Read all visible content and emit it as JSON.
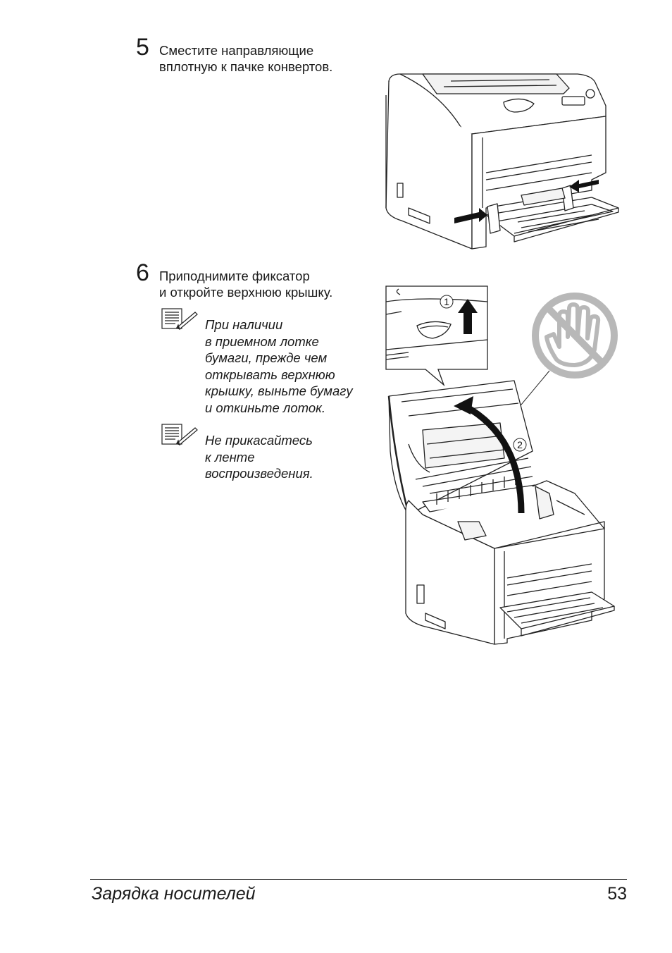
{
  "steps": [
    {
      "number": "5",
      "text": "Сместите направляющие\nвплотную к пачке конвертов."
    },
    {
      "number": "6",
      "text": "Приподнимите фиксатор\nи откройте верхнюю крышку."
    }
  ],
  "notes": [
    {
      "icon": "note-pencil-icon",
      "text": "При наличии\nв приемном лотке\nбумаги, прежде чем\nоткрывать верхнюю\nкрышку, выньте бумагу\nи откиньте лоток."
    },
    {
      "icon": "note-pencil-icon",
      "text": "Не прикасайтесь\nк ленте\nвоспроизведения."
    }
  ],
  "figure2": {
    "callout_1": "1",
    "callout_2": "2"
  },
  "footer": {
    "section_title": "Зарядка носителей",
    "page_number": "53"
  }
}
